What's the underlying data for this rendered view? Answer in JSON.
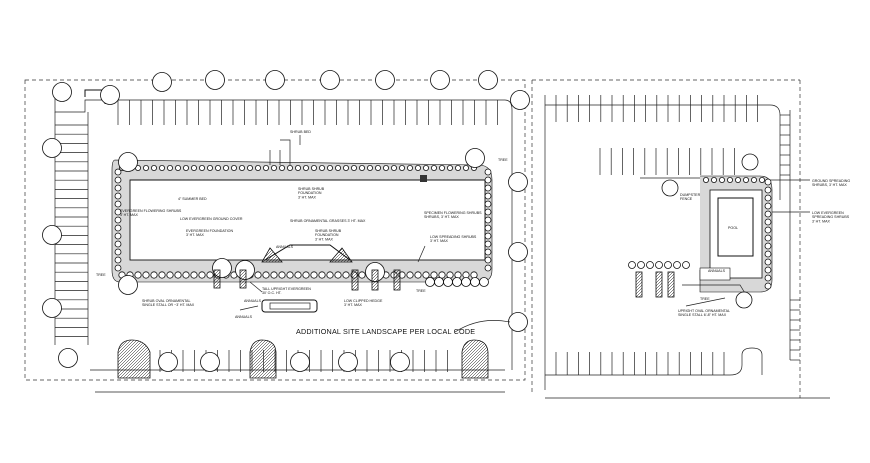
{
  "plan": {
    "main_note": "ADDITIONAL SITE LANDSCAPE PER LOCAL CODE",
    "labels": [
      {
        "id": "l1",
        "text": "SHRUB BED"
      },
      {
        "id": "l2",
        "text": "4\" SUMMER BED"
      },
      {
        "id": "l3",
        "text": "SHRUB SHRUB\nFOUNDATION\n3' HT. MAX"
      },
      {
        "id": "l4",
        "text": "SHRUB ORNAMENTAL GRASSES 3' HT. MAX"
      },
      {
        "id": "l5",
        "text": "LOW EVERGREEN GROUND COVER"
      },
      {
        "id": "l6",
        "text": "EVERGREEN FLOWERING SHRUBS\n3' HT. MAX"
      },
      {
        "id": "l7",
        "text": "EVERGREEN FOUNDATION\n3' HT. MAX"
      },
      {
        "id": "l8",
        "text": "SHRUB SHRUB\nFOUNDATION\n3' HT. MAX"
      },
      {
        "id": "l9",
        "text": "SPECIMEN FLOWERING SHRUBS\nSHRUBS, 3' HT. MAX"
      },
      {
        "id": "l10",
        "text": "LOW SPREADING SHRUBS\n3' HT. MAX"
      },
      {
        "id": "l11",
        "text": "ANNUALS"
      },
      {
        "id": "l12",
        "text": "SHRUB OVAL ORNAMENTAL\nSINGLE STALL OR ~3' HT. MAX"
      },
      {
        "id": "l13",
        "text": "TALL UPRIGHT EVERGREEN\n30' O.C. HT."
      },
      {
        "id": "l14",
        "text": "ANNUALS"
      },
      {
        "id": "l15",
        "text": "ANNUALS"
      },
      {
        "id": "l16",
        "text": "LOW CLIPPED HEDGE\n3' HT. MAX"
      },
      {
        "id": "l17",
        "text": "GROUND SPREADING\nSHRUBS, 3' HT. MAX"
      },
      {
        "id": "l18",
        "text": "LOW EVERGREEN\nSPREADING SHRUBS\n3' HT. MAX"
      },
      {
        "id": "l19",
        "text": "DUMPSTER\nFENCE"
      },
      {
        "id": "l20",
        "text": "POOL"
      },
      {
        "id": "l21",
        "text": "ANNUALS"
      },
      {
        "id": "l22",
        "text": "UPRIGHT OVAL ORNAMENTAL\nSINGLE STALL 6'-8\" HT. MAX"
      },
      {
        "id": "l23",
        "text": "TREE"
      },
      {
        "id": "l24",
        "text": "TREE"
      },
      {
        "id": "l25",
        "text": "TREE"
      },
      {
        "id": "l26",
        "text": "TREE"
      }
    ]
  }
}
